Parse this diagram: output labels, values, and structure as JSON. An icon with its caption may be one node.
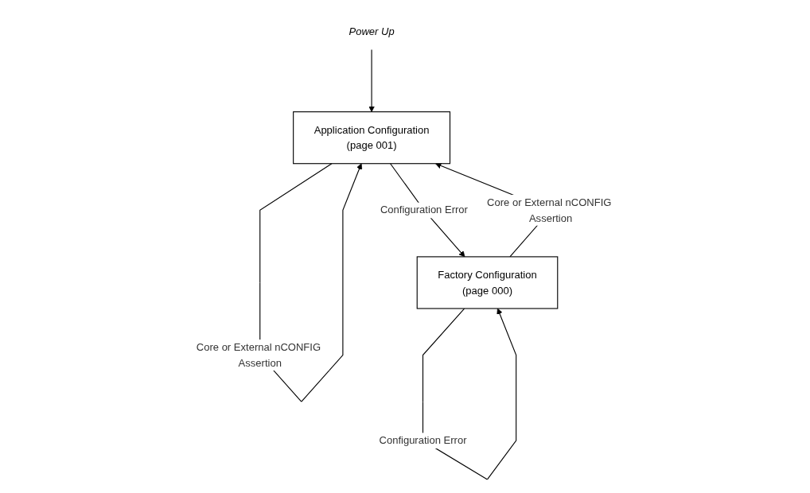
{
  "diagram": {
    "nodes": [
      {
        "text": [
          "Power Up"
        ]
      },
      {
        "text": [
          "Application Configuration",
          "(page 001)"
        ]
      },
      {
        "text": [
          "Factory Configuration",
          "(page 000)"
        ]
      }
    ],
    "edges": [
      {
        "from": 0,
        "to": 1,
        "arrow": "to"
      },
      {
        "from": 1,
        "to": 1,
        "arrow": "to",
        "label": "Core or External nCONFIG Assertion"
      },
      {
        "from": 1,
        "to": 2,
        "arrow": "to",
        "label": "Configuration Error"
      },
      {
        "from": 2,
        "to": 1,
        "arrow": "to",
        "label": "Core or External nCONFIG Assertion"
      },
      {
        "from": 2,
        "to": 2,
        "arrow": "to",
        "label": "Configuration Error"
      }
    ]
  }
}
